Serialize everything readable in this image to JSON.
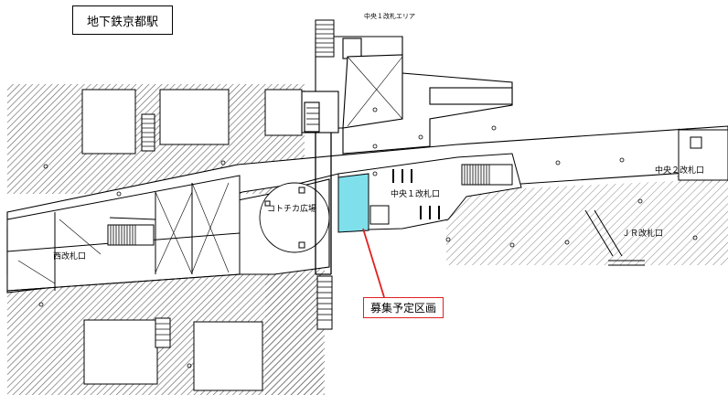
{
  "title": "地下鉄京都駅",
  "labels": {
    "central1_area": "中央１改札エリア",
    "central1_gate": "中央１改札口",
    "central2_gate": "中央２改札口",
    "jr_gate": "ＪＲ改札口",
    "kotochika_plaza": "コトチカ広場",
    "west_gate": "西改札口"
  },
  "callout": "募集予定区画",
  "colors": {
    "planned_area": "#7fe0ec",
    "callout_line": "#e02020",
    "hatch": "#555555"
  }
}
